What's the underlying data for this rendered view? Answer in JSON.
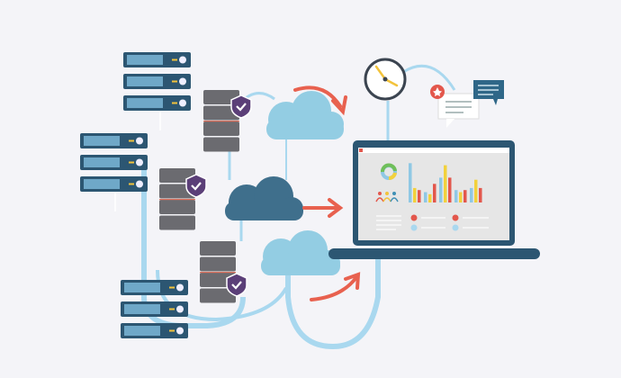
{
  "illustration": {
    "subject": "cloud-hosting-network",
    "colors": {
      "background": "#f4f4f8",
      "rack": "#2c5672",
      "rack_grill": "#6fa8c8",
      "tower": "#6b6b70",
      "tower_stripe": "#e0735f",
      "shield": "#5b3f78",
      "cloud_light": "#93cde3",
      "cloud_dark": "#3f6f8c",
      "arrow": "#e8614f",
      "cable": "#a9d8ef",
      "laptop": "#2c5672",
      "screen": "#e6e6e6",
      "bar_yellow": "#f2d13c",
      "bar_red": "#e3574c",
      "bar_blue": "#8fc8e4"
    },
    "chart_bars": [
      {
        "y": 0.35,
        "b": 0.95,
        "c": 0.3
      },
      {
        "y": 0.2,
        "b": 0.25,
        "c": 0.45
      },
      {
        "y": 0.9,
        "b": 0.6,
        "c": 0.6
      },
      {
        "y": 0.25,
        "b": 0.3,
        "c": 0.3
      },
      {
        "y": 0.55,
        "b": 0.35,
        "c": 0.35
      }
    ]
  }
}
